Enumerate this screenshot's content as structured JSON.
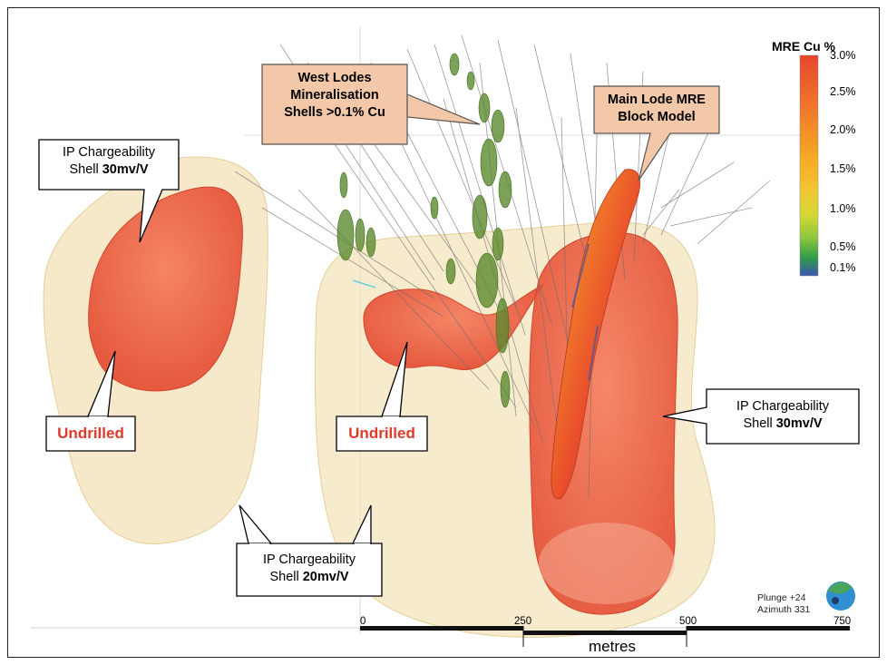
{
  "callouts": {
    "ip_left": {
      "line1": "IP Chargeability",
      "line2_prefix": "Shell ",
      "line2_bold": "30mv/V"
    },
    "ip_right": {
      "line1": "IP Chargeability",
      "line2_prefix": "Shell ",
      "line2_bold": "30mv/V"
    },
    "ip_bottom": {
      "line1": "IP Chargeability",
      "line2_prefix": "Shell ",
      "line2_bold": "20mv/V"
    },
    "west_lodes": [
      "West Lodes",
      "Mineralisation",
      "Shells >0.1% Cu"
    ],
    "main_lode": [
      "Main Lode MRE",
      "Block Model"
    ],
    "undrilled_left": "Undrilled",
    "undrilled_center": "Undrilled"
  },
  "legend": {
    "title": "MRE Cu %",
    "ticks": [
      "3.0%",
      "2.5%",
      "2.0%",
      "1.5%",
      "1.0%",
      "0.5%",
      "0.1%"
    ],
    "colors": [
      "#e8452c",
      "#f07a2a",
      "#f6a623",
      "#f4c430",
      "#8cc63f",
      "#2e9b4a",
      "#3a57b0"
    ]
  },
  "orientation": {
    "plunge": "Plunge +24",
    "azimuth": "Azimuth 331"
  },
  "scale_bar": {
    "ticks": [
      "0",
      "250",
      "500",
      "750"
    ],
    "unit": "metres"
  },
  "colors": {
    "shell_20": "#f3e2b8",
    "shell_30": "#ee5a3c",
    "west_lodes": "#5b8a2e",
    "callout_fill": "#f3c8a8",
    "undrilled_text": "#e03a2a"
  }
}
